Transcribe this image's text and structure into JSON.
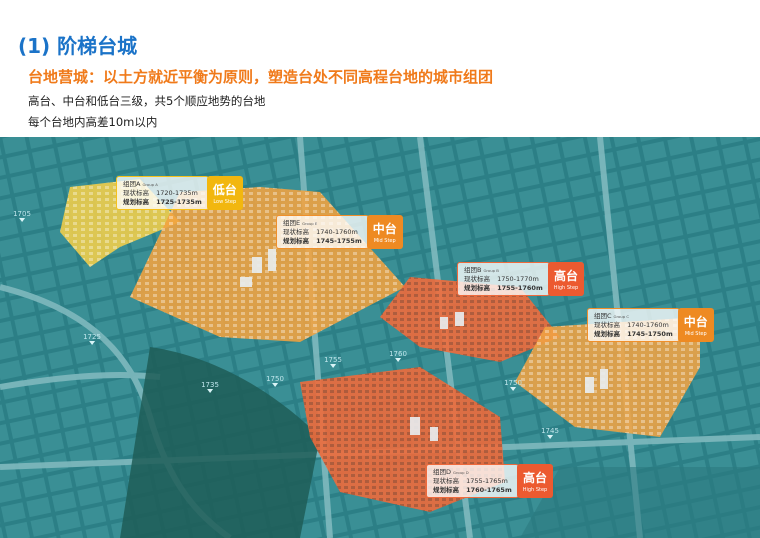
{
  "page": {
    "title": "(1) 阶梯台城",
    "subtitle": "台地营城：以土方就近平衡为原则，塑造台处不同高程台地的城市组团",
    "lines": [
      "高台、中台和低台三级，共5个顺应地势的台地",
      "每个台地内高差10m以内"
    ]
  },
  "colors": {
    "title": "#1b73c8",
    "subtitle": "#f07a1a",
    "map_bg": "#1d6a72",
    "low": "#f2b70f",
    "mid": "#ee8a22",
    "high": "#ec5a30"
  },
  "callouts": [
    {
      "group": "组团A",
      "group_en": "Group A",
      "current_label": "现状标高",
      "current": "1720-1735m",
      "plan_label": "规划标高",
      "plan": "1725-1735m",
      "tag": "低台",
      "tag_en": "Low Step"
    },
    {
      "group": "组团E",
      "group_en": "Group E",
      "current_label": "现状标高",
      "current": "1740-1760m",
      "plan_label": "规划标高",
      "plan": "1745-1755m",
      "tag": "中台",
      "tag_en": "Mid Step"
    },
    {
      "group": "组团B",
      "group_en": "Group B",
      "current_label": "现状标高",
      "current": "1750-1770m",
      "plan_label": "规划标高",
      "plan": "1755-1760m",
      "tag": "高台",
      "tag_en": "High Step"
    },
    {
      "group": "组团C",
      "group_en": "Group C",
      "current_label": "现状标高",
      "current": "1740-1760m",
      "plan_label": "规划标高",
      "plan": "1745-1750m",
      "tag": "中台",
      "tag_en": "Mid Step"
    },
    {
      "group": "组团D",
      "group_en": "Group D",
      "current_label": "现状标高",
      "current": "1755-1765m",
      "plan_label": "规划标高",
      "plan": "1760-1765m",
      "tag": "高台",
      "tag_en": "High Step"
    }
  ],
  "elevations": [
    "1705",
    "1725",
    "1735",
    "1750",
    "1755",
    "1760",
    "1750",
    "1745"
  ]
}
